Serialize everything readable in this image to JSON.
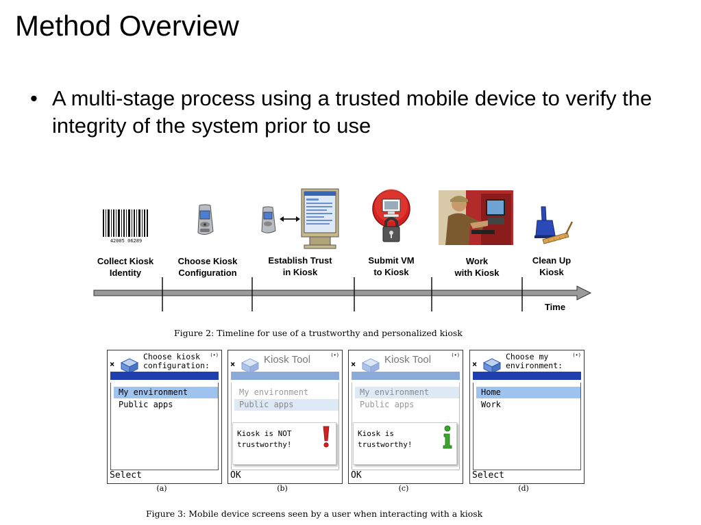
{
  "slide": {
    "title": "Method Overview",
    "bullet_marker": "•",
    "bullet": "A multi-stage process using a trusted mobile device to verify the integrity of the system prior to use"
  },
  "figure2": {
    "steps": [
      {
        "label_line1": "Collect Kiosk",
        "label_line2": "Identity",
        "icon": "barcode-icon",
        "barcode_text": "42005 06289"
      },
      {
        "label_line1": "Choose Kiosk",
        "label_line2": "Configuration",
        "icon": "mobile-phone-icon"
      },
      {
        "label_line1": "Establish Trust",
        "label_line2": "in Kiosk",
        "icon": "phone-to-monitor-icon"
      },
      {
        "label_line1": "Submit VM",
        "label_line2": "to Kiosk",
        "icon": "locked-computer-icon"
      },
      {
        "label_line1": "Work",
        "label_line2": "with Kiosk",
        "icon": "person-at-kiosk-photo"
      },
      {
        "label_line1": "Clean Up",
        "label_line2": "Kiosk",
        "icon": "dustpan-broom-icon"
      }
    ],
    "axis_label": "Time",
    "caption": "Figure 2:  Timeline for use of a trustworthy and personalized kiosk",
    "colors": {
      "timeline": "#9a9a9a",
      "timeline_outline": "#333333",
      "alert_red": "#d32020",
      "info_green": "#3aa52f",
      "selection_blue": "#9ec3ee",
      "header_blue": "#1f3fb0"
    }
  },
  "figure3": {
    "screens": [
      {
        "sub": "(a)",
        "header": "Choose kiosk configuration:",
        "header_l1": "Choose kiosk",
        "header_l2": "configuration:",
        "items": [
          "My environment",
          "Public apps"
        ],
        "softkey": "Select"
      },
      {
        "sub": "(b)",
        "header": "Kiosk Tool",
        "items": [
          "My environment",
          "Public apps"
        ],
        "message_l1": "Kiosk is NOT",
        "message_l2": "trustworthy!",
        "message_icon": "exclamation-icon",
        "softkey": "OK"
      },
      {
        "sub": "(c)",
        "header": "Kiosk Tool",
        "items": [
          "My environment",
          "Public apps"
        ],
        "message_l1": "Kiosk is",
        "message_l2": "trustworthy!",
        "message_icon": "info-icon",
        "softkey": "OK"
      },
      {
        "sub": "(d)",
        "header_l1": "Choose my",
        "header_l2": "environment:",
        "items": [
          "Home",
          "Work"
        ],
        "softkey": "Select"
      }
    ],
    "close_glyph": "×",
    "signal_glyph": "(•)",
    "caption": "Figure 3:  Mobile device screens seen by a user when interacting with a kiosk"
  }
}
